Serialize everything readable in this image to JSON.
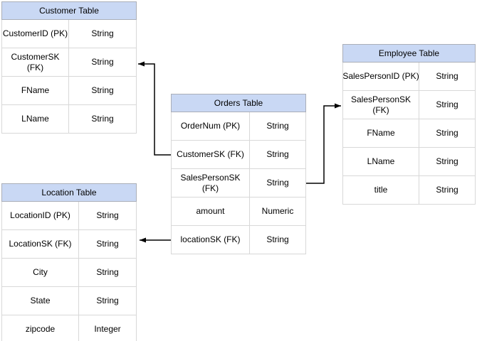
{
  "diagram": {
    "tables": {
      "customer": {
        "title": "Customer Table",
        "rows": [
          {
            "field": "CustomerID (PK)",
            "type": "String"
          },
          {
            "field": "CustomerSK\n(FK)",
            "type": "String"
          },
          {
            "field": "FName",
            "type": "String"
          },
          {
            "field": "LName",
            "type": "String"
          }
        ]
      },
      "orders": {
        "title": "Orders Table",
        "rows": [
          {
            "field": "OrderNum (PK)",
            "type": "String"
          },
          {
            "field": "CustomerSK (FK)",
            "type": "String"
          },
          {
            "field": "SalesPersonSK\n(FK)",
            "type": "String"
          },
          {
            "field": "amount",
            "type": "Numeric"
          },
          {
            "field": "locationSK (FK)",
            "type": "String"
          }
        ]
      },
      "employee": {
        "title": "Employee Table",
        "rows": [
          {
            "field": "SalesPersonID (PK)",
            "type": "String"
          },
          {
            "field": "SalesPersonSK\n(FK)",
            "type": "String"
          },
          {
            "field": "FName",
            "type": "String"
          },
          {
            "field": "LName",
            "type": "String"
          },
          {
            "field": "title",
            "type": "String"
          }
        ]
      },
      "location": {
        "title": "Location Table",
        "rows": [
          {
            "field": "LocationID (PK)",
            "type": "String"
          },
          {
            "field": "LocationSK (FK)",
            "type": "String"
          },
          {
            "field": "City",
            "type": "String"
          },
          {
            "field": "State",
            "type": "String"
          },
          {
            "field": "zipcode",
            "type": "Integer"
          }
        ]
      }
    },
    "relationships": [
      {
        "from": "Orders Table.CustomerSK (FK)",
        "to": "Customer Table.CustomerSK (FK)"
      },
      {
        "from": "Orders Table.SalesPersonSK (FK)",
        "to": "Employee Table.SalesPersonSK (FK)"
      },
      {
        "from": "Orders Table.locationSK (FK)",
        "to": "Location Table.LocationSK (FK)"
      }
    ],
    "colors": {
      "header_fill": "#C9D8F4",
      "header_border": "#AAAEB8",
      "row_border": "#D8D8D8",
      "row_fill": "#FFFFFF",
      "text": "#000000",
      "connector": "#000000",
      "background": "#FFFFFF"
    }
  }
}
